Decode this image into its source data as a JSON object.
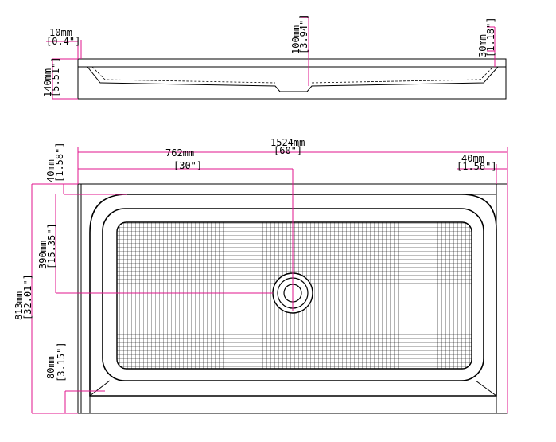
{
  "side_view": {
    "rim_thickness": {
      "mm": "10mm",
      "inch": "[0.4\"]"
    },
    "drain_depth": {
      "mm": "100mm",
      "inch": "[3.94\"]"
    },
    "edge_height": {
      "mm": "30mm",
      "inch": "[1.18\"]"
    },
    "total_height": {
      "mm": "140mm",
      "inch": "[5.51\"]"
    }
  },
  "top_view": {
    "overall_length": {
      "mm": "1524mm",
      "inch": "[60\"]"
    },
    "drain_center_x": {
      "mm": "762mm",
      "inch": "[30\"]"
    },
    "right_flange": {
      "mm": "40mm",
      "inch": "[1.58\"]"
    },
    "top_flange": {
      "mm": "40mm",
      "inch": "[1.58\"]"
    },
    "drain_center_y": {
      "mm": "390mm",
      "inch": "[15.35\"]"
    },
    "overall_width": {
      "mm": "813mm",
      "inch": "[32.01\"]"
    },
    "bottom_step": {
      "mm": "80mm",
      "inch": "[3.15\"]"
    }
  }
}
